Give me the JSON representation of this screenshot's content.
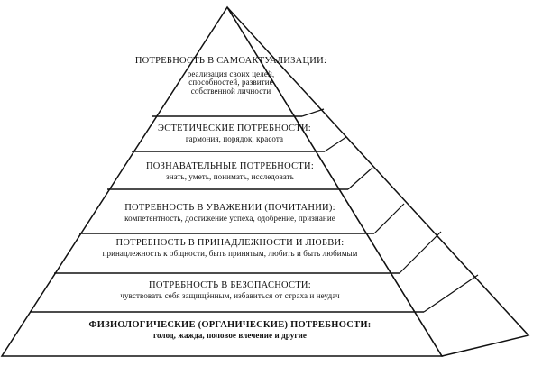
{
  "levels": [
    {
      "title": "ПОТРЕБНОСТЬ В САМОАКТУАЛИЗАЦИИ:",
      "description": "реализация своих целей, способностей, развитие собственной личности"
    },
    {
      "title": "ЭСТЕТИЧЕСКИЕ ПОТРЕБНОСТИ:",
      "description": "гармония, порядок, красота"
    },
    {
      "title": "ПОЗНАВАТЕЛЬНЫЕ ПОТРЕБНОСТИ:",
      "description": "знать, уметь, понимать, исследовать"
    },
    {
      "title": "ПОТРЕБНОСТЬ В УВАЖЕНИИ (ПОЧИТАНИИ):",
      "description": "компетентность, достижение успеха, одобрение, признание"
    },
    {
      "title": "ПОТРЕБНОСТЬ В ПРИНАДЛЕЖНОСТИ И ЛЮБВИ:",
      "description": "принадлежность к общности, быть принятым, любить и быть любимым"
    },
    {
      "title": "ПОТРЕБНОСТЬ В БЕЗОПАСНОСТИ:",
      "description": "чувствовать себя защищённым, избавиться от страха и неудач"
    },
    {
      "title": "ФИЗИОЛОГИЧЕСКИЕ (ОРГАНИЧЕСКИЕ) ПОТРЕБНОСТИ:",
      "description": "голод, жажда, половое влечение и другие"
    }
  ],
  "colors": {
    "line": "#111111",
    "background": "#ffffff"
  }
}
